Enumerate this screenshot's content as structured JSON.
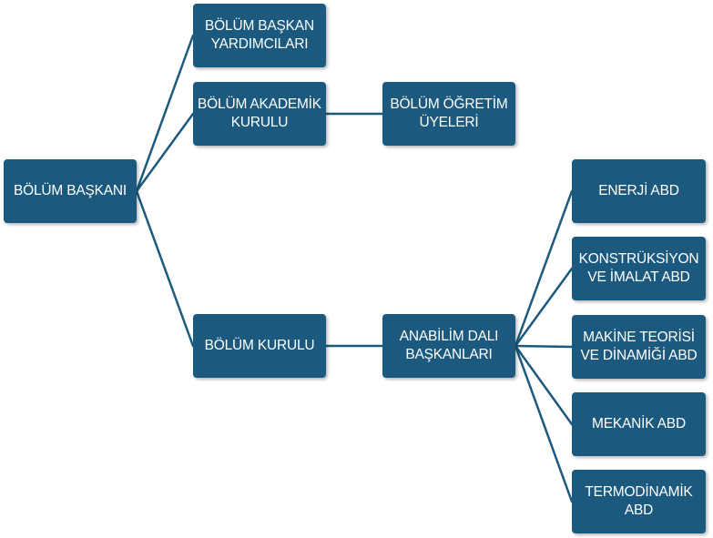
{
  "diagram": {
    "nodes": {
      "root": "BÖLÜM BAŞKANI",
      "yardimcilar": "BÖLÜM BAŞKAN\nYARDIMCILARI",
      "akademik_kurul": "BÖLÜM AKADEMİK\nKURULU",
      "ogretim_uyeleri": "BÖLÜM ÖĞRETİM\nÜYELERİ",
      "bolum_kurulu": "BÖLÜM KURULU",
      "anabilim_baskanlari": "ANABİLİM DALI\nBAŞKANLARI",
      "enerji": "ENERJİ ABD",
      "konstruksiyon": "KONSTRÜKSİYON\nVE İMALAT ABD",
      "makine_teorisi": "MAKİNE TEORİSİ\nVE DİNAMİĞİ ABD",
      "mekanik": "MEKANİK ABD",
      "termodinamik": "TERMODİNAMİK\nABD"
    },
    "edges": [
      [
        "root",
        "yardimcilar"
      ],
      [
        "root",
        "akademik_kurul"
      ],
      [
        "root",
        "bolum_kurulu"
      ],
      [
        "akademik_kurul",
        "ogretim_uyeleri"
      ],
      [
        "bolum_kurulu",
        "anabilim_baskanlari"
      ],
      [
        "anabilim_baskanlari",
        "enerji"
      ],
      [
        "anabilim_baskanlari",
        "konstruksiyon"
      ],
      [
        "anabilim_baskanlari",
        "makine_teorisi"
      ],
      [
        "anabilim_baskanlari",
        "mekanik"
      ],
      [
        "anabilim_baskanlari",
        "termodinamik"
      ]
    ],
    "colors": {
      "node_fill": "#1b5a7e",
      "node_text": "#ffffff",
      "connector": "#1c5a7d"
    }
  }
}
